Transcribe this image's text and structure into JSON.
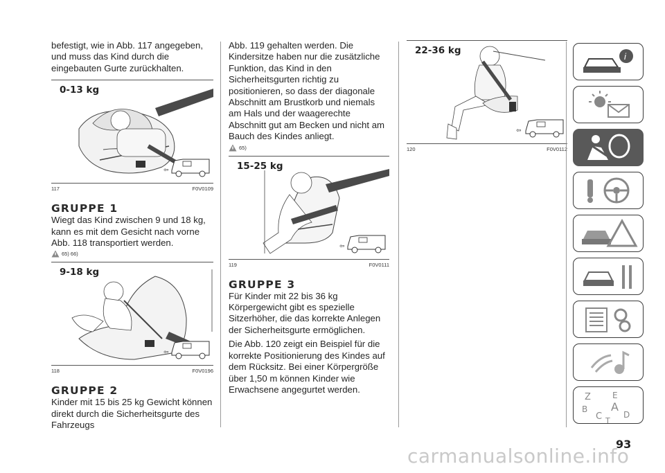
{
  "col1": {
    "intro": "befestigt, wie in Abb. 117 angegeben, und muss das Kind durch die eingebauten Gurte zurückhalten.",
    "fig117": {
      "weight": "0-13 kg",
      "num": "117",
      "code": "F0V0109"
    },
    "group1": {
      "title": "GRUPPE 1",
      "text": "Wiegt das Kind zwischen 9 und 18 kg, kann es mit dem Gesicht nach vorne Abb. 118 transportiert werden.",
      "warning_refs": "65) 66)"
    },
    "fig118": {
      "weight": "9-18 kg",
      "num": "118",
      "code": "F0V0196"
    },
    "group2": {
      "title": "GRUPPE 2",
      "text": "Kinder mit 15 bis 25 kg Gewicht können direkt durch die Sicherheitsgurte des Fahrzeugs"
    }
  },
  "col2": {
    "text": "Abb. 119 gehalten werden. Die Kindersitze haben nur die zusätzliche Funktion, das Kind in den Sicherheitsgurten richtig zu positionieren, so dass der diagonale Abschnitt am Brustkorb und niemals am Hals und der waagerechte Abschnitt gut am Becken und nicht am Bauch des Kindes anliegt.",
    "warning_refs": "65)",
    "fig119": {
      "weight": "15-25 kg",
      "num": "119",
      "code": "F0V0111"
    },
    "group3": {
      "title": "GRUPPE 3",
      "text1": "Für Kinder mit 22 bis 36 kg Körpergewicht gibt es spezielle Sitzerhöher, die das korrekte Anlegen der Sicherheitsgurte ermöglichen.",
      "text2": "Die Abb. 120 zeigt ein Beispiel für die korrekte Positionierung des Kindes auf dem Rücksitz. Bei einer Körpergröße über 1,50 m können Kinder wie Erwachsene angegurtet werden."
    }
  },
  "col3": {
    "fig120": {
      "weight": "22-36 kg",
      "num": "120",
      "code": "F0V0112"
    }
  },
  "sidebar": {
    "tabs": [
      {
        "icon": "car-info-icon",
        "active": false
      },
      {
        "icon": "warning-lights-icon",
        "active": false
      },
      {
        "icon": "airbag-seat-icon",
        "active": true
      },
      {
        "icon": "steering-key-icon",
        "active": false
      },
      {
        "icon": "accident-warning-icon",
        "active": false
      },
      {
        "icon": "maintenance-tools-icon",
        "active": false
      },
      {
        "icon": "specs-gears-icon",
        "active": false
      },
      {
        "icon": "multimedia-icon",
        "active": false
      },
      {
        "icon": "index-alphabet-icon",
        "active": false
      }
    ],
    "index_letters": [
      "Z",
      "E",
      "B",
      "A",
      "C",
      "T",
      "D"
    ]
  },
  "page_number": "93",
  "watermark": "carmanualsonline.info"
}
